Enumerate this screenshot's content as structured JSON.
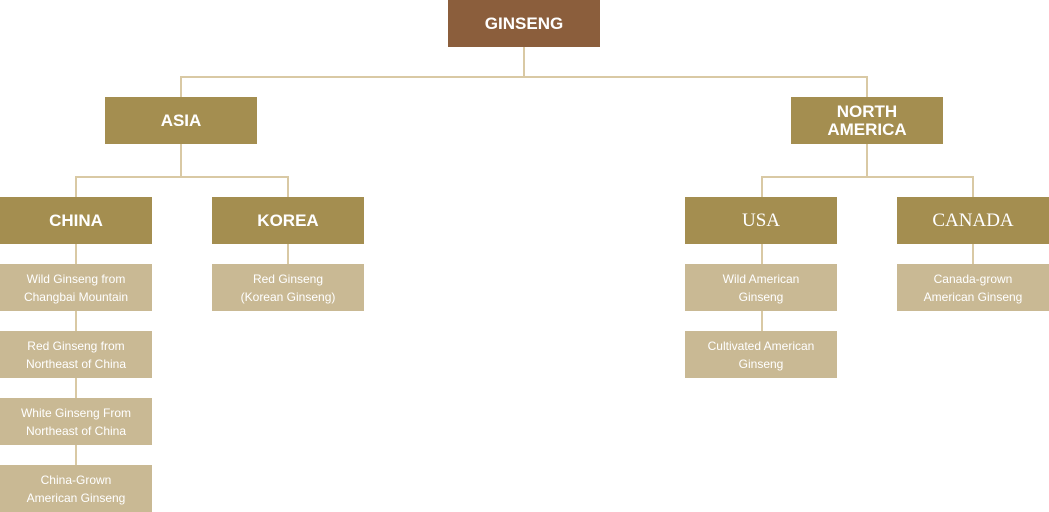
{
  "root": {
    "label": "GINSENG"
  },
  "asia": {
    "label": "ASIA",
    "china": {
      "label": "CHINA",
      "items": [
        "Wild Ginseng from\nChangbai Mountain",
        "Red Ginseng from\nNortheast of China",
        "White Ginseng From\nNortheast of China",
        "China-Grown\nAmerican Ginseng"
      ]
    },
    "korea": {
      "label": "KOREA",
      "items": [
        "Red Ginseng\n(Korean Ginseng)"
      ]
    }
  },
  "north_america": {
    "label": "NORTH\nAMERICA",
    "usa": {
      "label": "USA",
      "items": [
        "Wild American\nGinseng",
        "Cultivated American\nGinseng"
      ]
    },
    "canada": {
      "label": "CANADA",
      "items": [
        "Canada-grown\nAmerican Ginseng"
      ]
    }
  },
  "colors": {
    "root": "#8b5e3c",
    "category": "#a48e50",
    "leaf": "#c9b994",
    "connector": "#d9c9a4"
  }
}
